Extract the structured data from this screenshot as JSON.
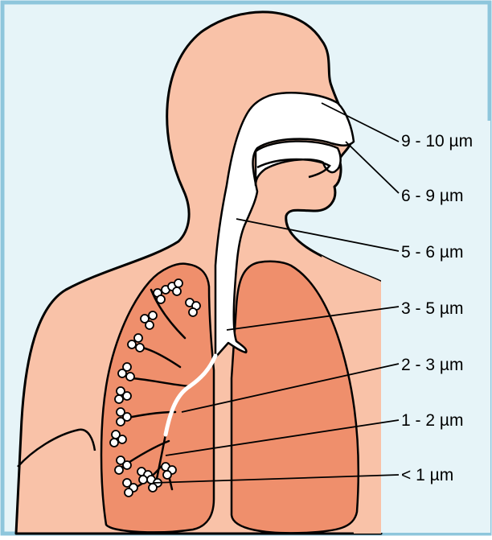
{
  "colors": {
    "background": "#e6f4f8",
    "border": "#8ec6dc",
    "skin": "#f9c2a8",
    "lung": "#ef8f6c",
    "airway": "#ffffff",
    "outline": "#000000"
  },
  "labels": [
    {
      "id": "nasal",
      "text": "9 - 10 µm"
    },
    {
      "id": "pharynx",
      "text": "6 - 9 µm"
    },
    {
      "id": "larynx",
      "text": "5 - 6 µm"
    },
    {
      "id": "trachea",
      "text": "3 - 5 µm"
    },
    {
      "id": "bronchi",
      "text": "2 - 3 µm"
    },
    {
      "id": "bronchioles",
      "text": "1 - 2 µm"
    },
    {
      "id": "alveoli",
      "text": "< 1 µm"
    }
  ]
}
